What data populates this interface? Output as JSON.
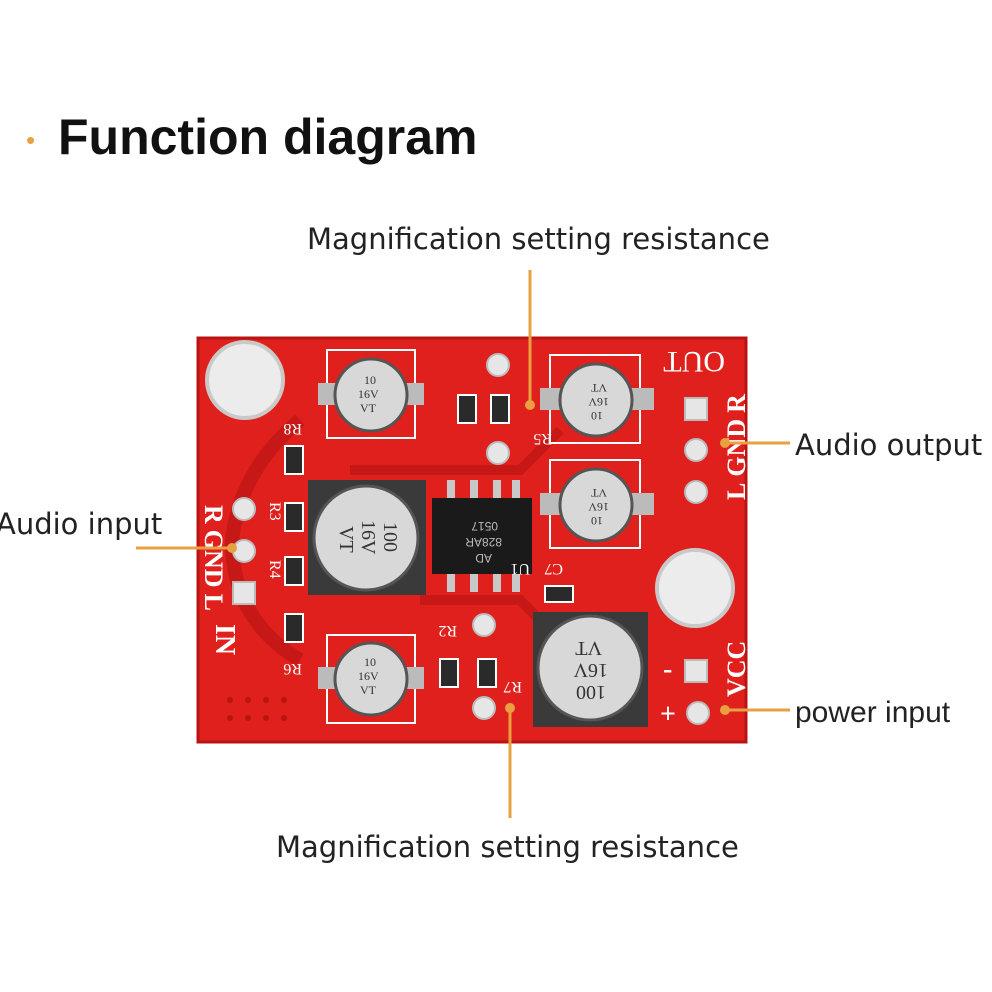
{
  "title": "Function diagram",
  "labels": {
    "top": "Magnification setting resistance",
    "bottom": "Magnification setting resistance",
    "audio_output": "Audio output",
    "audio_input": "Audio input",
    "power_input": "power input"
  },
  "silkscreen": {
    "out": "OUT",
    "r": "R",
    "gnd": "GND",
    "l": "L",
    "in": "IN",
    "vcc": "VCC",
    "plus": "+",
    "minus": "-",
    "r2": "R2",
    "r3": "R3",
    "r4": "R4",
    "r5": "R5",
    "r6": "R6",
    "r7": "R7",
    "r8": "R8",
    "c7": "C7",
    "u1": "U1",
    "chip_line1": "AD",
    "chip_line2": "828AR",
    "chip_line3": "0517",
    "cap_small_line1": "10",
    "cap_small_line2": "16V",
    "cap_small_line3": "VT",
    "cap_large_line1": "100",
    "cap_large_line2": "16V",
    "cap_large_line3": "VT"
  },
  "colors": {
    "pcb": "#e0201c",
    "pcb_dark": "#b81412",
    "accent": "#e8a040",
    "capacitor_body": "#d8d8d8"
  }
}
